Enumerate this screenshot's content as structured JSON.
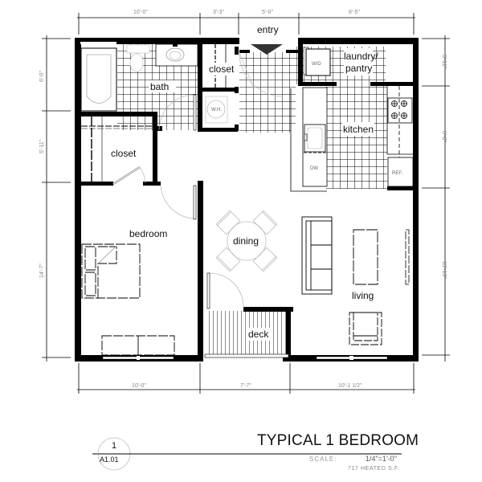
{
  "drawing": {
    "title": "TYPICAL 1 BEDROOM",
    "scale_label": "SCALE:",
    "scale_value": "1/4\"=1'-0\"",
    "area": "717 HEATED S.F.",
    "detail_tag": {
      "number": "1",
      "sheet": "A1.01"
    }
  },
  "rooms": {
    "entry": "entry",
    "bath": "bath",
    "closet_hall": "closet",
    "closet_bedroom": "closet",
    "laundry_line1": "laundry/",
    "laundry_line2": "pantry",
    "kitchen": "kitchen",
    "bedroom": "bedroom",
    "dining": "dining",
    "living": "living",
    "deck": "deck"
  },
  "fixtures": {
    "water_heater": "W.H.",
    "washer_dryer": "W/D",
    "dishwasher": "DW",
    "refrigerator": "REF."
  },
  "dimensions": {
    "top": [
      "10'-0\"",
      "3'-3\"",
      "5'-0\"",
      "8'-5\""
    ],
    "bottom": [
      "10'-0\"",
      "7'-7\"",
      "10'-1 1/2\""
    ],
    "left": [
      "6'-0\"",
      "5'-11\"",
      "14'-7\""
    ],
    "right": [
      "3'-11\"",
      "8'-8\"",
      "13'-10\""
    ]
  },
  "colors": {
    "wall": "#000000",
    "fixture_line": "#aaaaaa",
    "dim_text": "#888888"
  }
}
